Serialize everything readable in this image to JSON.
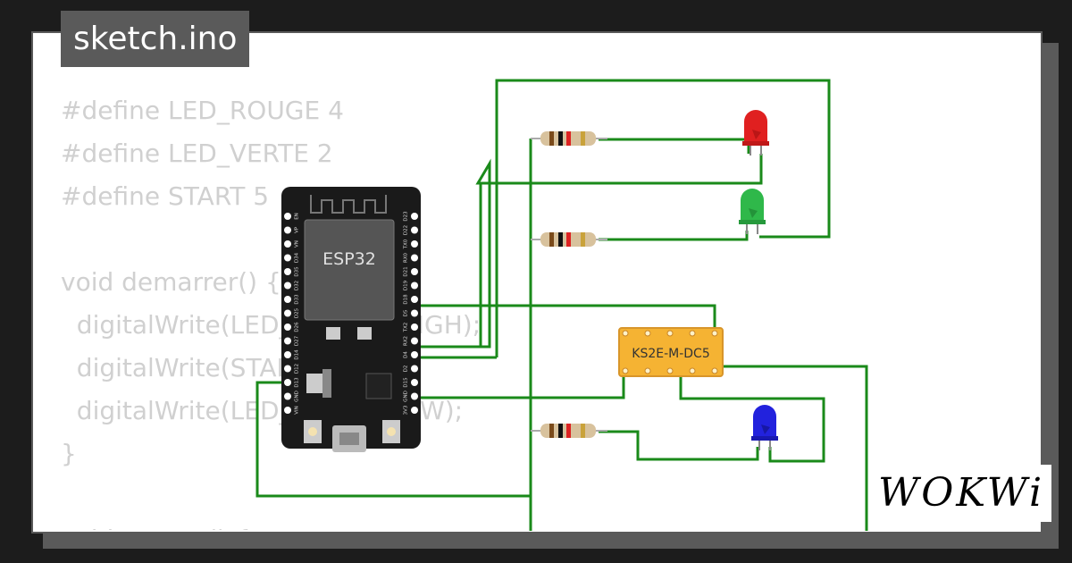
{
  "filename": "sketch.ino",
  "code_lines": [
    "#define LED_ROUGE 4",
    "#define LED_VERTE 2",
    "#define START 5",
    "",
    "void demarrer() {",
    "  digitalWrite(LED_ROUGE, HIGH);",
    "  digitalWrite(START, HIGH);",
    "  digitalWrite(LED_VERTE, LOW);",
    "}",
    "",
    "void arreter() {"
  ],
  "board": {
    "label": "ESP32",
    "left_pins": [
      "EN",
      "VP",
      "VN",
      "D34",
      "D35",
      "D32",
      "D33",
      "D25",
      "D26",
      "D27",
      "D14",
      "D12",
      "D13",
      "GND",
      "VIN"
    ],
    "right_pins": [
      "D23",
      "D22",
      "TX0",
      "RX0",
      "D21",
      "D19",
      "D18",
      "D5",
      "TX2",
      "RX2",
      "D4",
      "D2",
      "D15",
      "GND",
      "3V3"
    ]
  },
  "relay": {
    "label": "KS2E-M-DC5"
  },
  "colors": {
    "wire": "#1a8a1a",
    "led_red": "#e02020",
    "led_green": "#2fb84a",
    "led_blue": "#2222dd",
    "relay": "#f5b333",
    "board": "#1a1a1a"
  },
  "brand": "WOKWi"
}
